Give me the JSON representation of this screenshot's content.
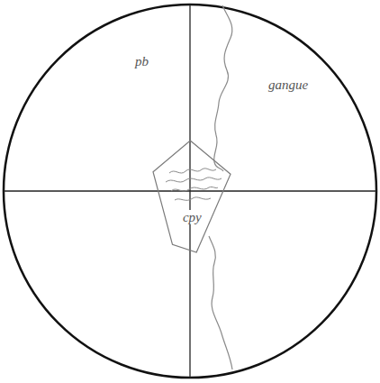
{
  "diagram": {
    "nodes": [
      {
        "text": [
          "cpy"
        ]
      }
    ],
    "labels": [
      "pb",
      "gangue"
    ]
  }
}
